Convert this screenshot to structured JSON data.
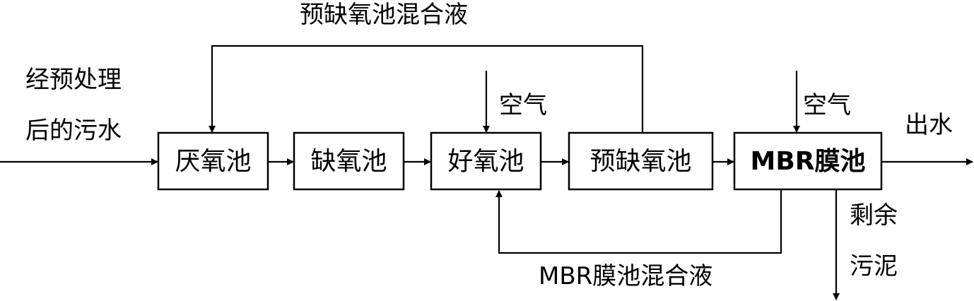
{
  "diagram": {
    "tanks": {
      "anaerobic": "厌氧池",
      "anoxic": "缺氧池",
      "aerobic": "好氧池",
      "pre_anoxic": "预缺氧池",
      "mbr": "MBR膜池"
    },
    "labels": {
      "influent_line1": "经预处理",
      "influent_line2": "后的污水",
      "recycle_top": "预缺氧池混合液",
      "air_aerobic": "空气",
      "air_mbr": "空气",
      "effluent": "出水",
      "sludge_line1": "剩余",
      "sludge_line2": "污泥",
      "recycle_bottom": "MBR膜池混合液"
    },
    "colors": {
      "stroke": "#000000",
      "background": "#ffffff"
    }
  }
}
